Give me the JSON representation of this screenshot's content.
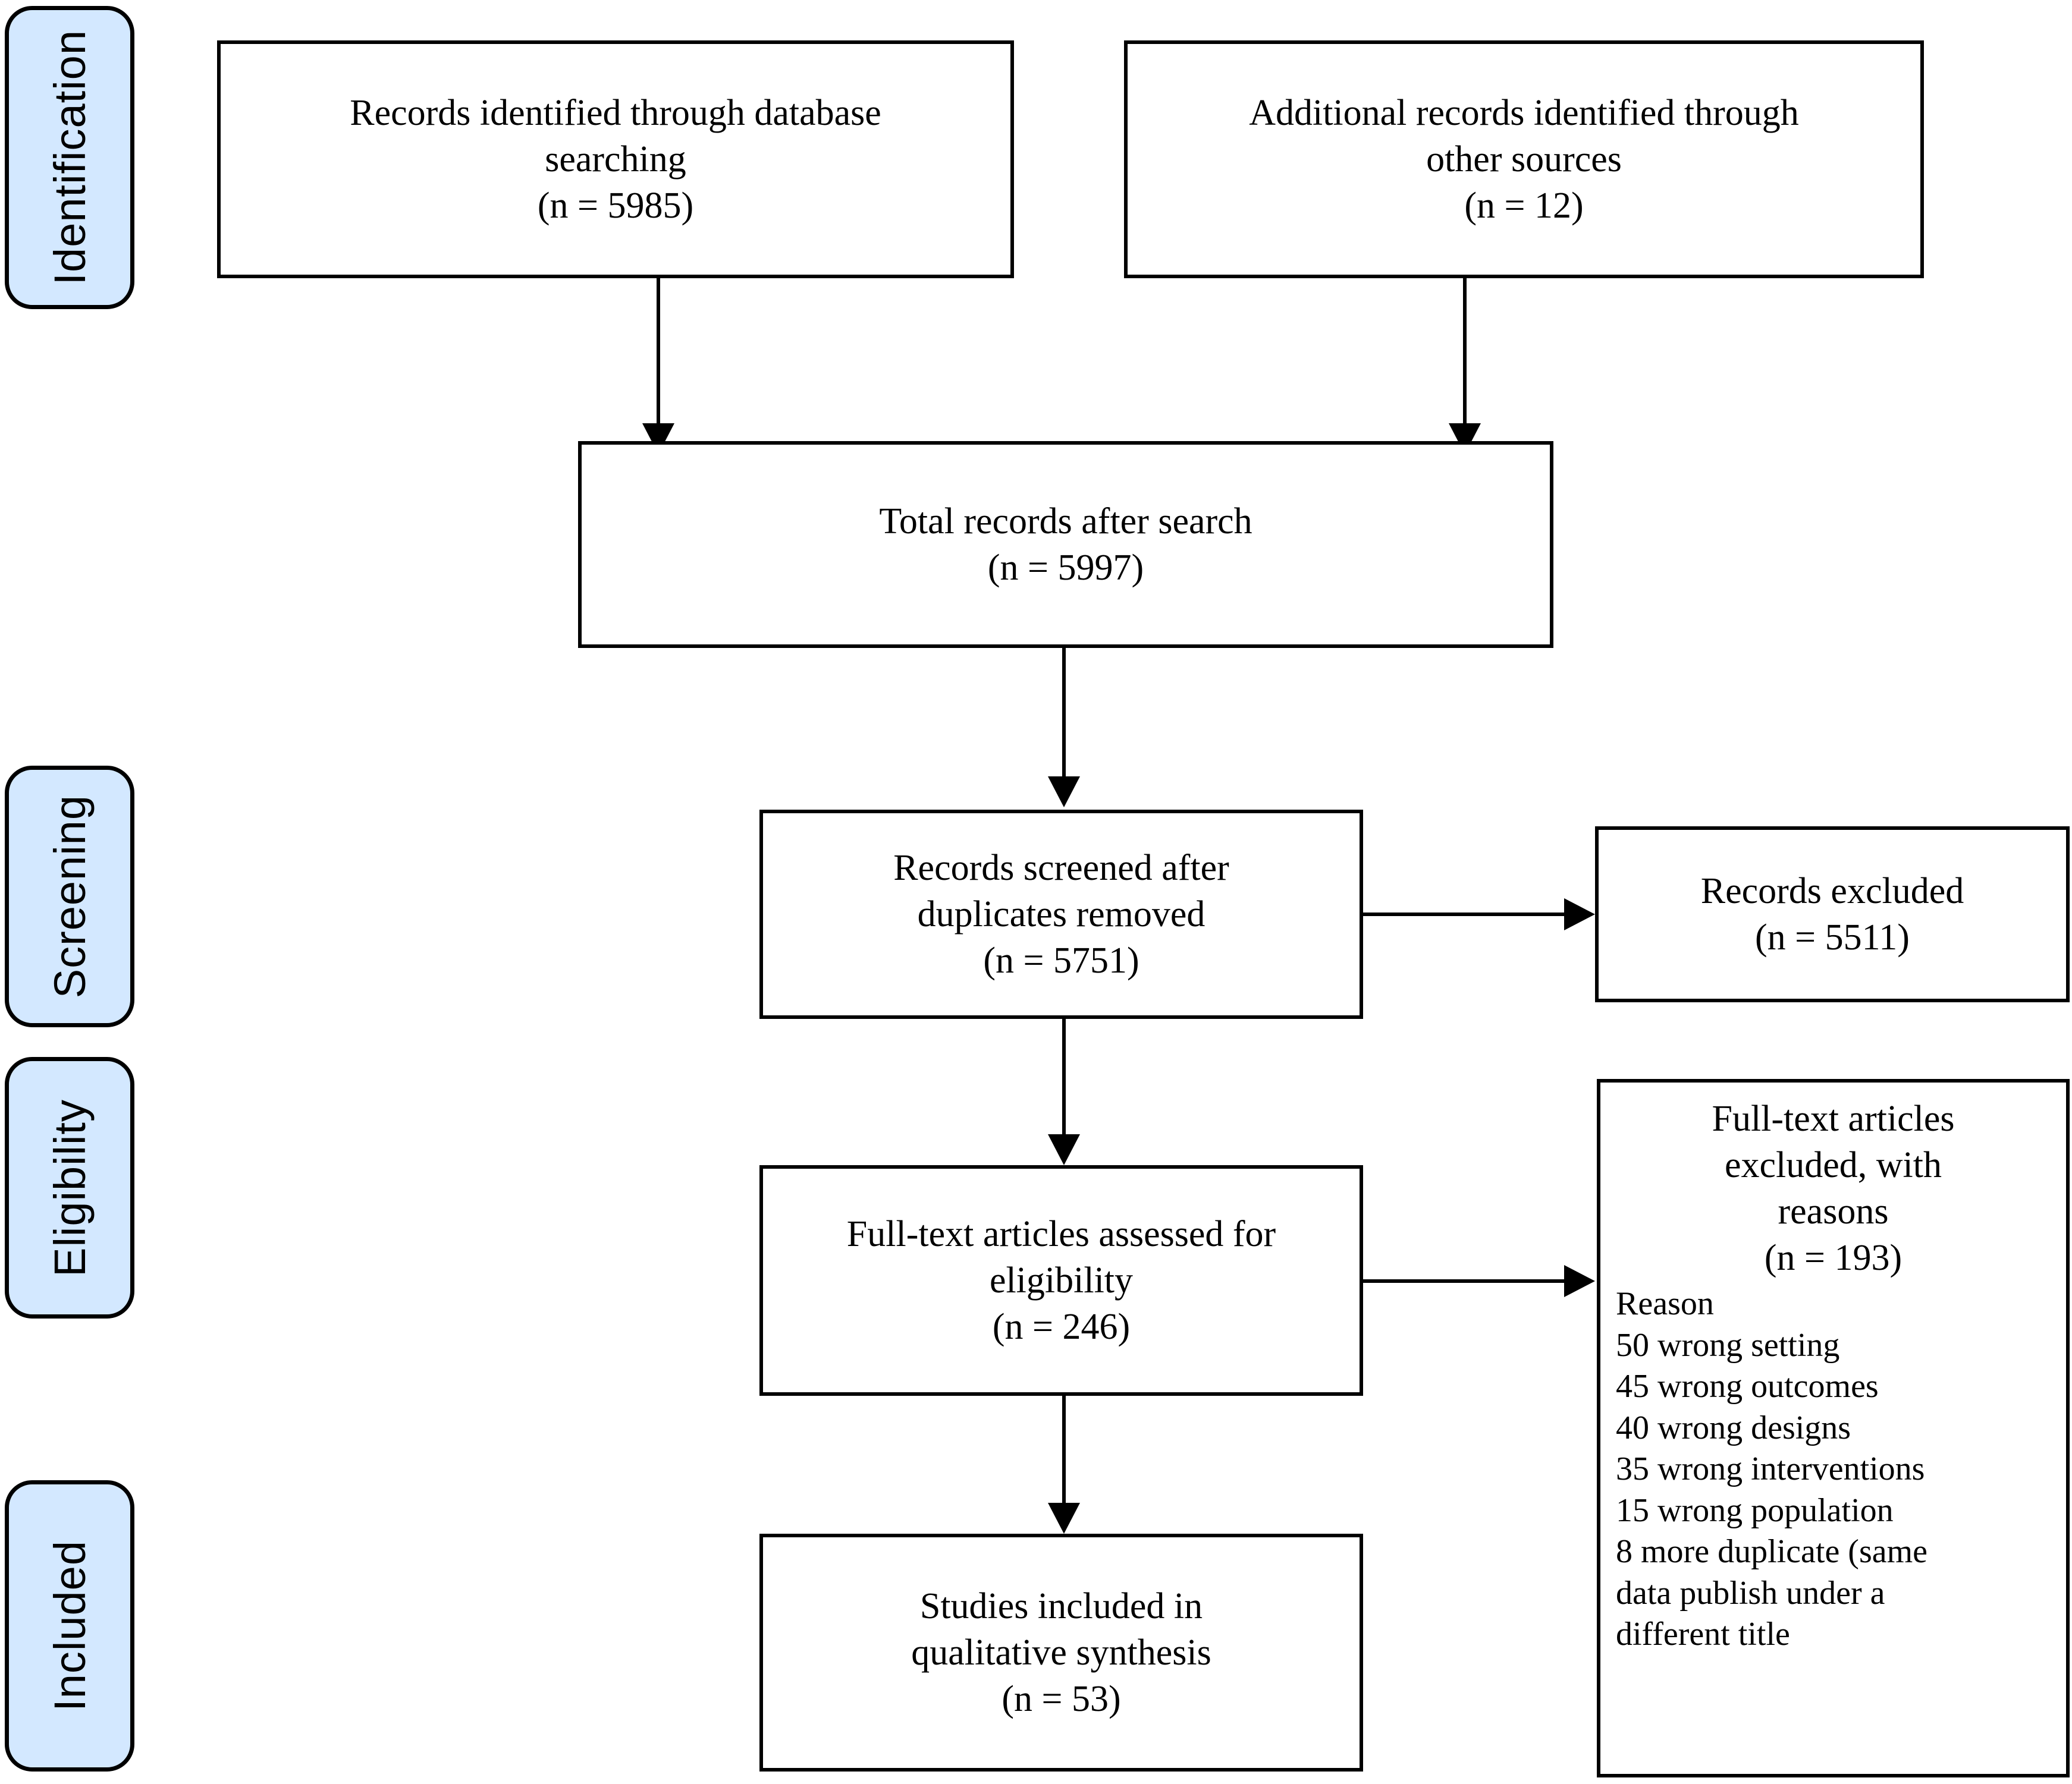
{
  "diagram": {
    "type": "prisma-flow-diagram",
    "stages": [
      {
        "id": "identification",
        "label": "Identification"
      },
      {
        "id": "screening",
        "label": "Screening"
      },
      {
        "id": "eligibility",
        "label": "Eligibility"
      },
      {
        "id": "included",
        "label": "Included"
      }
    ],
    "boxes": {
      "database_search": {
        "text": "Records identified through database\nsearching\n(n = 5985)",
        "n": 5985
      },
      "other_sources": {
        "text": "Additional records identified through\nother sources\n(n = 12)",
        "n": 12
      },
      "total_records": {
        "text": "Total records after search\n(n = 5997)",
        "n": 5997
      },
      "records_screened": {
        "text": "Records screened after\nduplicates removed\n(n = 5751)",
        "n": 5751
      },
      "records_excluded": {
        "text": "Records excluded\n(n = 5511)",
        "n": 5511
      },
      "fulltext_assessed": {
        "text": "Full-text articles assessed for\neligibility\n(n = 246)",
        "n": 246
      },
      "fulltext_excluded": {
        "heading": "Full-text articles\nexcluded, with\nreasons\n(n = 193)",
        "n": 193,
        "reasons_label": "Reason",
        "reasons": [
          "50 wrong setting",
          "45 wrong outcomes",
          "40 wrong designs",
          "35 wrong interventions",
          "15 wrong population",
          "8 more duplicate (same\ndata publish under a\ndifferent title"
        ]
      },
      "studies_included": {
        "text": "Studies included in\nqualitative synthesis\n(n = 53)",
        "n": 53
      }
    },
    "colors": {
      "stage_pill_fill": "#d3e8ff",
      "stroke": "#000000",
      "box_fill": "#ffffff"
    }
  }
}
